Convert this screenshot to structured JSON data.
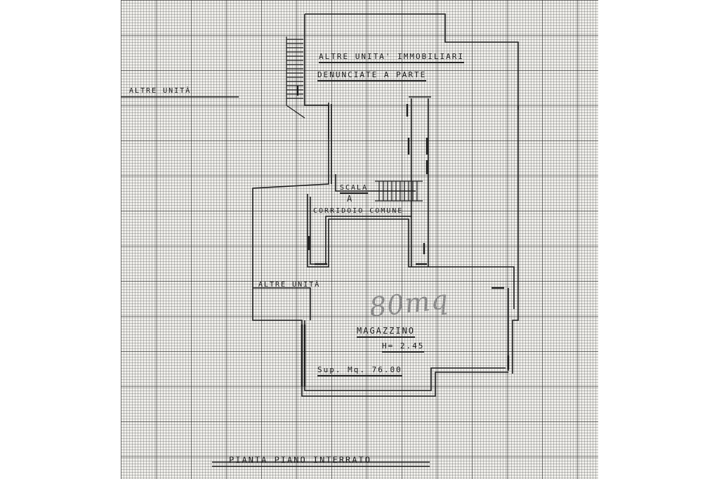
{
  "labels": {
    "altre_unita_immobiliari": "ALTRE UNITA' IMMOBILIARI",
    "denunciate_a_parte": "DENUNCIATE A PARTE",
    "altre_unita_left": "ALTRE UNITÀ",
    "scala": "SCALA",
    "scala_letter": "A",
    "corridoio_comune": "CORRIDOIO COMUNE",
    "altre_unita_center": "ALTRE UNITÀ",
    "area_handwritten": "80mq",
    "magazzino": "MAGAZZINO",
    "altezza": "H= 2.45",
    "superficie": "Sup. Mq. 76.00",
    "title": "PIANTA PIANO INTERRATO"
  }
}
